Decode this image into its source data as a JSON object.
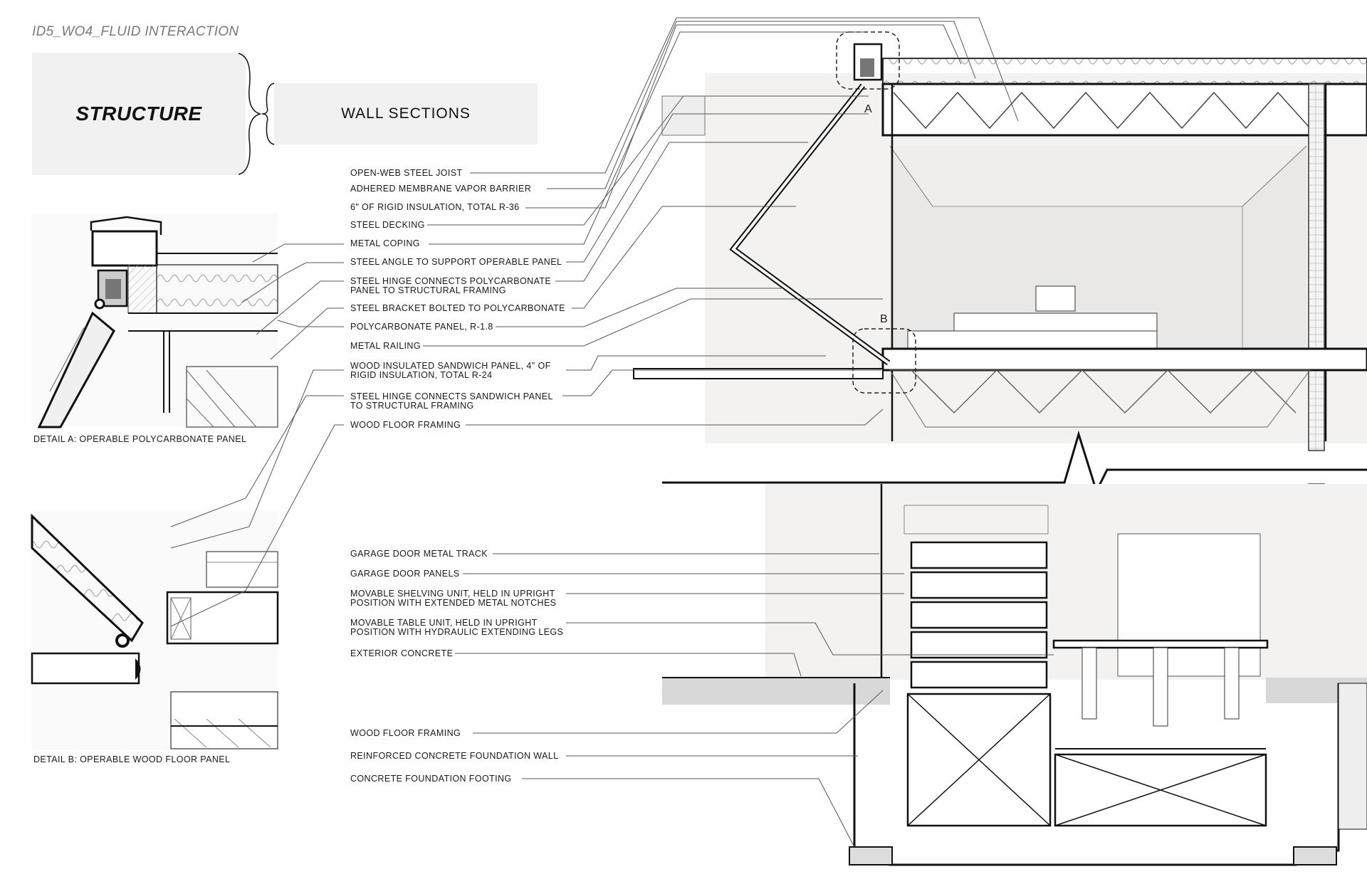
{
  "header_tag": "ID5_WO4_FLUID INTERACTION",
  "title": "STRUCTURE",
  "subtitle": "WALL SECTIONS",
  "upper_labels": [
    "OPEN-WEB STEEL JOIST",
    "ADHERED MEMBRANE VAPOR BARRIER",
    "6\" OF RIGID INSULATION, TOTAL R-36",
    "STEEL DECKING",
    "METAL COPING",
    "STEEL ANGLE TO SUPPORT OPERABLE PANEL",
    "STEEL HINGE CONNECTS POLYCARBONATE\nPANEL TO STRUCTURAL FRAMING",
    "STEEL BRACKET BOLTED TO POLYCARBONATE",
    "POLYCARBONATE PANEL, R-1.8",
    "METAL RAILING",
    "WOOD INSULATED SANDWICH PANEL, 4\" OF\nRIGID INSULATION, TOTAL R-24",
    "STEEL HINGE CONNECTS SANDWICH PANEL\nTO STRUCTURAL FRAMING",
    "WOOD FLOOR FRAMING"
  ],
  "lower_labels": [
    "GARAGE DOOR METAL TRACK",
    "GARAGE DOOR PANELS",
    "MOVABLE SHELVING UNIT, HELD IN UPRIGHT\nPOSITION WITH EXTENDED METAL NOTCHES",
    "MOVABLE TABLE UNIT, HELD IN UPRIGHT\nPOSITION WITH HYDRAULIC EXTENDING LEGS",
    "EXTERIOR CONCRETE",
    "WOOD FLOOR FRAMING",
    "REINFORCED CONCRETE FOUNDATION WALL",
    "CONCRETE FOUNDATION FOOTING"
  ],
  "detail_a_caption": "DETAIL A: OPERABLE POLYCARBONATE PANEL",
  "detail_b_caption": "DETAIL B: OPERABLE WOOD FLOOR PANEL",
  "marker_a": "A",
  "marker_b": "B"
}
